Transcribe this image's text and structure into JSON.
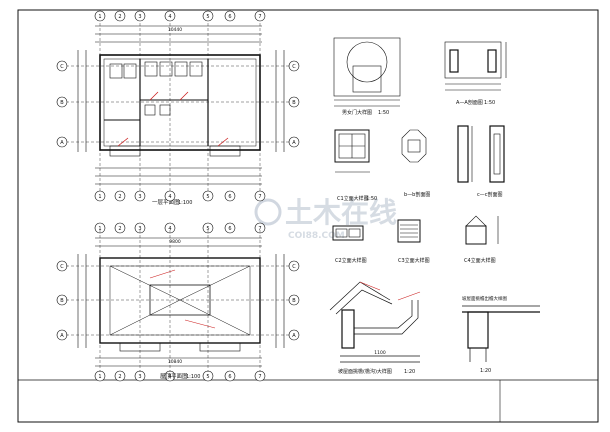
{
  "colors": {
    "line": "#111111",
    "red": "#cc1f1f",
    "watermark": "#c9d1db"
  },
  "watermark": {
    "text": "土木在线",
    "sub": "COI88.COM"
  },
  "plans": {
    "upper_width_label": "10440",
    "upper_title": "一层平面图",
    "upper_scale": "1:100",
    "lower_title": "屋顶平面图",
    "lower_scale": "1:100",
    "lower_bottom_label": "10840",
    "lower_dim_label": "9800"
  },
  "details": {
    "door_title": "男女门大样图",
    "door_scale": "1:50",
    "aa_title": "A—A剖面图",
    "aa_scale": "1:50",
    "c1_title": "C1立面大样图",
    "c1_scale": "1:50",
    "bb_title": "b—b剖面图",
    "cc_title": "c—c剖面图",
    "c2_title": "C2立面大样图",
    "c3_title": "C3立面大样图",
    "c4_title": "C4立面大样图",
    "eave_title": "坡屋面挑檐(檐沟)大样图",
    "eave_scale": "1:20",
    "eave_dim": "1100",
    "parapet_title": "坡屋面挑檐出檐大样图",
    "scale_1_20": "1:20"
  },
  "grid_labels": {
    "cols": [
      "1",
      "2",
      "3",
      "4",
      "5",
      "6",
      "7"
    ],
    "rows": [
      "A",
      "B",
      "C"
    ]
  }
}
